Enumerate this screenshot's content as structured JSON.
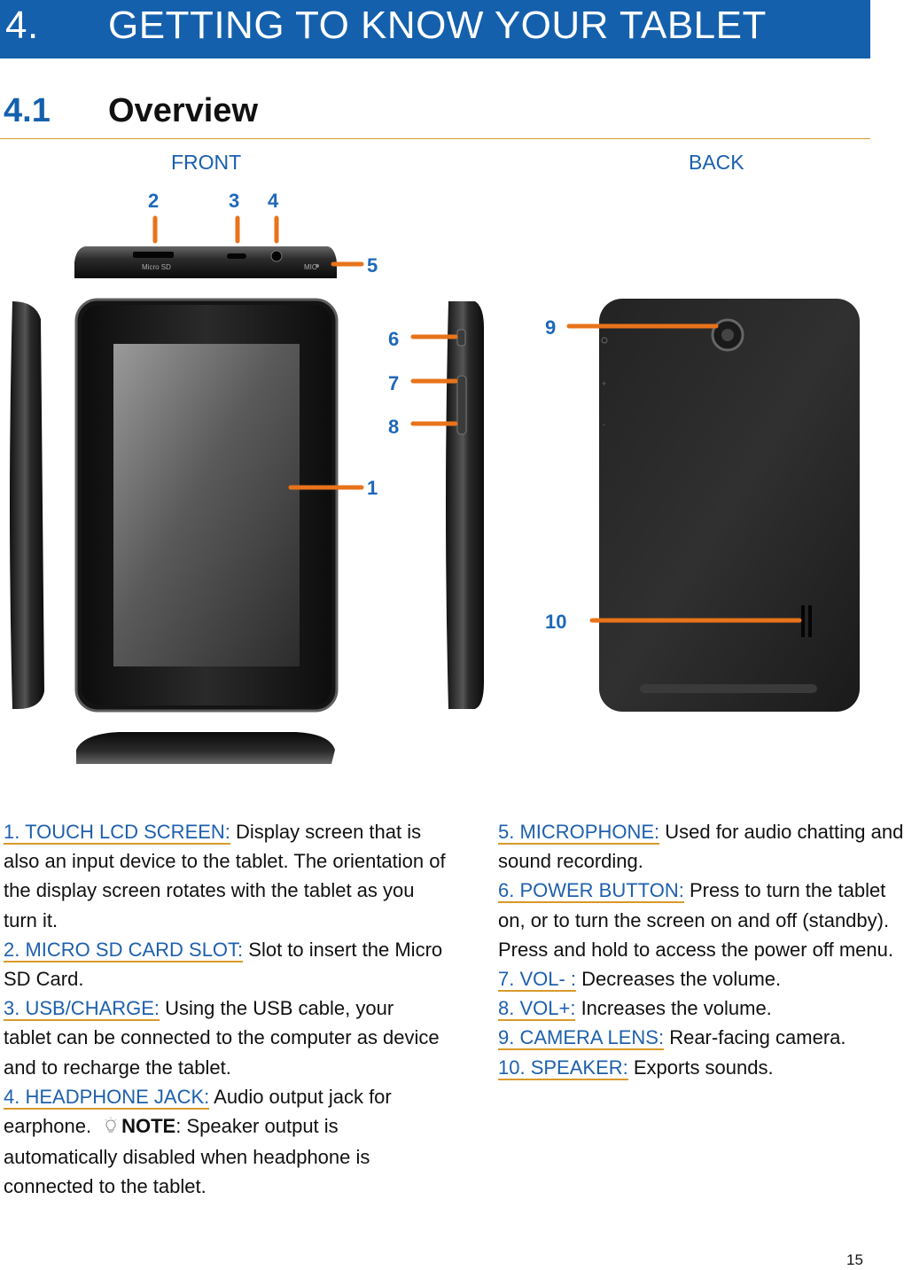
{
  "banner": {
    "number": "4.",
    "title": "GETTING TO KNOW YOUR TABLET"
  },
  "section": {
    "number": "4.1",
    "title": "Overview"
  },
  "captions": {
    "front": "FRONT",
    "back": "BACK"
  },
  "callouts": {
    "n1": "1",
    "n2": "2",
    "n3": "3",
    "n4": "4",
    "n5": "5",
    "n6": "6",
    "n7": "7",
    "n8": "8",
    "n9": "9",
    "n10": "10"
  },
  "port_labels": {
    "sd": "Micro SD",
    "mic": "MIC"
  },
  "colors": {
    "banner": "#1460ad",
    "accent": "#e8731a",
    "rule": "#d79a2b",
    "term": "#1e60ad"
  },
  "left_items": [
    {
      "term": "1. TOUCH LCD SCREEN:",
      "text": " Display screen that is also an input device to the tablet. The orientation of the display screen rotates with the tablet as you turn it."
    },
    {
      "term": "2. MICRO SD CARD SLOT:",
      "text": " Slot to insert the Micro SD Card."
    },
    {
      "term": "3. USB/CHARGE:",
      "text": " Using the USB cable, your tablet can be connected to the computer as device and to recharge the tablet."
    },
    {
      "term": "4. HEADPHONE JACK:",
      "text": " Audio output jack for earphone."
    }
  ],
  "note": {
    "label": "NOTE",
    "text": ": Speaker output is automatically disabled when headphone is connected to the tablet.",
    "icon": "lightbulb-icon"
  },
  "right_items": [
    {
      "term": "5. MICROPHONE:",
      "text": " Used for audio chatting and sound recording."
    },
    {
      "term": "6. POWER BUTTON:",
      "text": " Press to turn the tablet on, or to turn the screen on and off (standby). Press and hold to access the power off menu."
    },
    {
      "term": "7. VOL- :",
      "text": " Decreases the volume."
    },
    {
      "term": "8. VOL+:",
      "text": " Increases the volume."
    },
    {
      "term": "9. CAMERA LENS:",
      "text": " Rear-facing camera."
    },
    {
      "term": "10. SPEAKER:",
      "text": " Exports sounds."
    }
  ],
  "page_number": "15"
}
